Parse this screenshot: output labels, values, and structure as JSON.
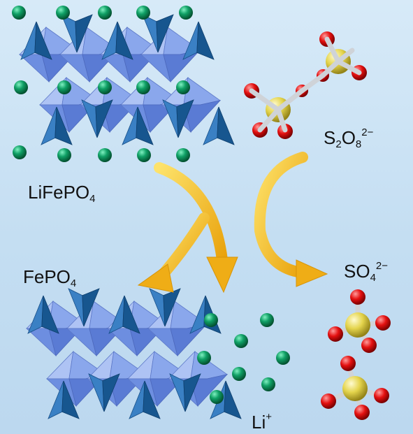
{
  "labels": {
    "lifepo4": {
      "main": "LiFePO",
      "sub": "4"
    },
    "s2o8": {
      "p1": "S",
      "s1": "2",
      "p2": "O",
      "s2": "8",
      "charge": "2−"
    },
    "fepo4": {
      "main": "FePO",
      "sub": "4"
    },
    "so4": {
      "main": "SO",
      "sub": "4",
      "charge": "2−"
    },
    "li": {
      "main": "Li",
      "charge": "+"
    }
  },
  "colors": {
    "lithium": "#0f8a5a",
    "octahedron": "#6f8fe0",
    "tetrahedron": "#1f5fa0",
    "sulfur": "#e2d24e",
    "oxygen": "#e01010",
    "arrow": "#f2b21a"
  }
}
